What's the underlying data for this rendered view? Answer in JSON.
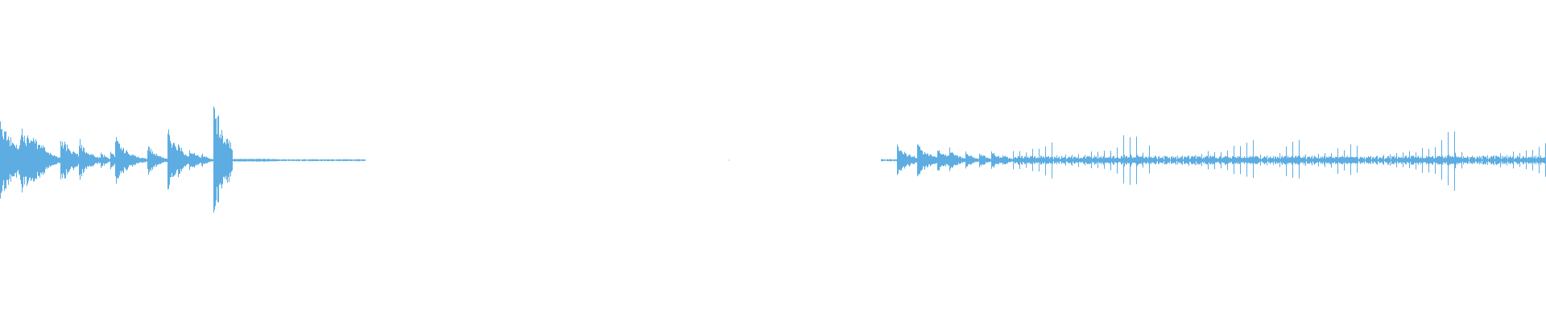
{
  "waveform": {
    "color": "#5dade2",
    "segments": [
      {
        "name": "segment-1",
        "start_fraction": 0.0,
        "end_fraction": 0.236,
        "transients": [
          {
            "at": 0.0,
            "peak": 0.28,
            "decay": 0.012
          },
          {
            "at": 0.013,
            "peak": 0.26,
            "decay": 0.01
          },
          {
            "at": 0.02,
            "peak": 0.22,
            "decay": 0.008
          },
          {
            "at": 0.026,
            "peak": 0.14,
            "decay": 0.006
          },
          {
            "at": 0.039,
            "peak": 0.18,
            "decay": 0.008
          },
          {
            "at": 0.051,
            "peak": 0.15,
            "decay": 0.007
          },
          {
            "at": 0.065,
            "peak": 0.06,
            "decay": 0.004
          },
          {
            "at": 0.071,
            "peak": 0.07,
            "decay": 0.004
          },
          {
            "at": 0.074,
            "peak": 0.18,
            "decay": 0.008
          },
          {
            "at": 0.095,
            "peak": 0.12,
            "decay": 0.006
          },
          {
            "at": 0.108,
            "peak": 0.26,
            "decay": 0.006
          },
          {
            "at": 0.115,
            "peak": 0.13,
            "decay": 0.005
          },
          {
            "at": 0.122,
            "peak": 0.1,
            "decay": 0.005
          },
          {
            "at": 0.13,
            "peak": 0.06,
            "decay": 0.004
          },
          {
            "at": 0.138,
            "peak": 0.4,
            "decay": 0.01
          },
          {
            "at": 0.15,
            "peak": 0.05,
            "decay": 0.012
          }
        ]
      },
      {
        "name": "segment-2",
        "start_fraction": 0.57,
        "end_fraction": 1.0,
        "transients": [
          {
            "at": 0.58,
            "peak": 0.11,
            "decay": 0.008
          },
          {
            "at": 0.593,
            "peak": 0.12,
            "decay": 0.008
          },
          {
            "at": 0.606,
            "peak": 0.1,
            "decay": 0.007
          },
          {
            "at": 0.614,
            "peak": 0.08,
            "decay": 0.006
          },
          {
            "at": 0.624,
            "peak": 0.07,
            "decay": 0.005
          },
          {
            "at": 0.633,
            "peak": 0.06,
            "decay": 0.005
          },
          {
            "at": 0.641,
            "peak": 0.08,
            "decay": 0.005
          },
          {
            "at": 0.648,
            "peak": 0.05,
            "decay": 0.004
          }
        ],
        "dense_start": 0.655,
        "dense_end": 1.0,
        "dense_spacing": 0.0042,
        "dense_peak": 0.17,
        "dense_peak_max": 0.32
      }
    ]
  }
}
